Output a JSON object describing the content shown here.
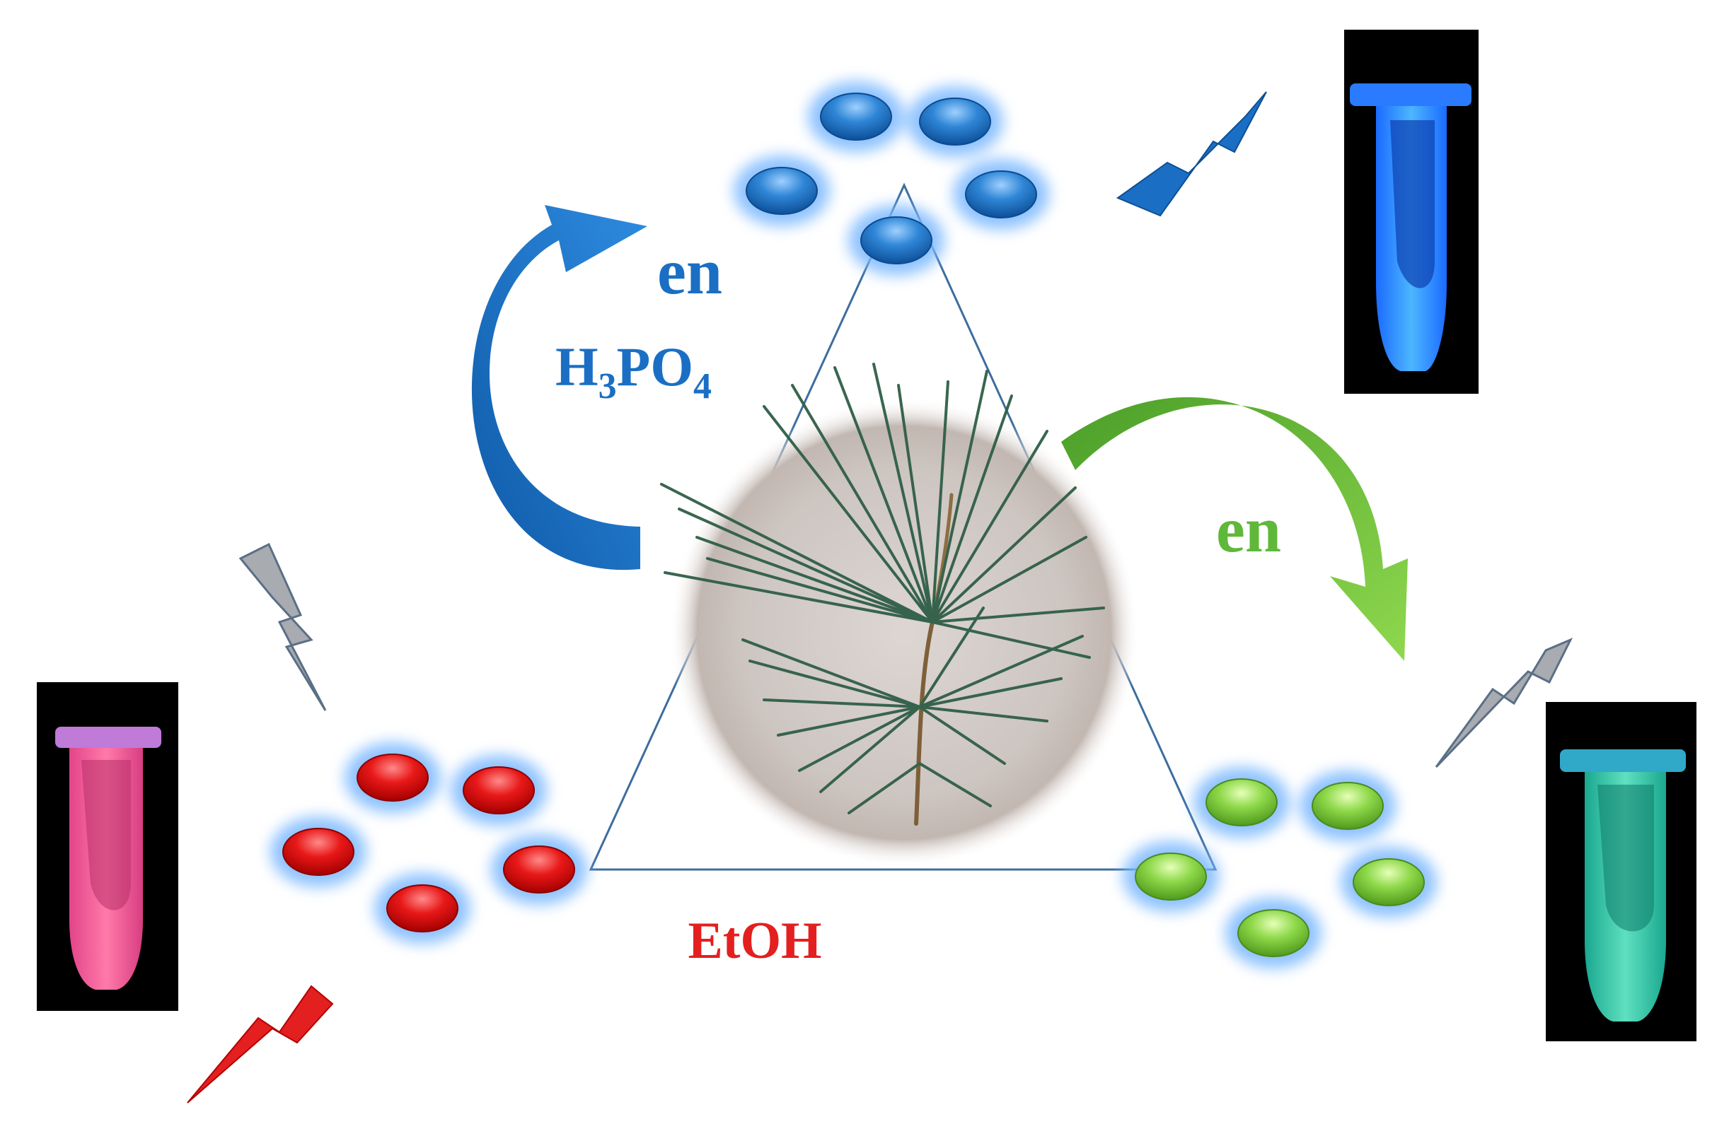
{
  "labels": {
    "top_reagent": "en",
    "acid_base": "H",
    "acid_sub1": "3",
    "acid_mid": "PO",
    "acid_sub2": "4",
    "right_reagent": "en",
    "bottom_solvent": "EtOH"
  },
  "colors": {
    "blue": "#1a6fc4",
    "green": "#5fb83a",
    "red": "#e41f1f",
    "gray": "#a8abb0",
    "glow": "#7ab8ff",
    "triangle": "#3d6d9e",
    "tube_bg": "#000000"
  },
  "icons": {
    "center": "pine-needle-photo",
    "clusters": [
      "blue-carbon-dots",
      "red-carbon-dots",
      "green-carbon-dots"
    ],
    "tubes": [
      "blue-fluorescent-tube",
      "red-fluorescent-tube",
      "cyan-fluorescent-tube"
    ],
    "lightning": [
      "uv-lightning-blue",
      "uv-lightning-gray-left",
      "uv-lightning-red",
      "uv-lightning-gray-right"
    ]
  }
}
